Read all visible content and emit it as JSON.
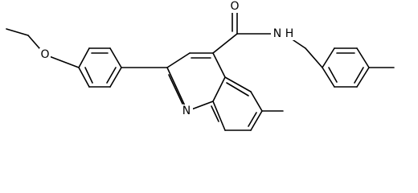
{
  "molecule": {
    "atom_labels": {
      "ether_oxygen": "O",
      "carbonyl_oxygen": "O",
      "amide_nitrogen": "N",
      "amide_hydrogen": "H",
      "ring_nitrogen": "N"
    },
    "colors": {
      "bond": "#000000",
      "label": "#000000",
      "background": "#ffffff"
    }
  }
}
